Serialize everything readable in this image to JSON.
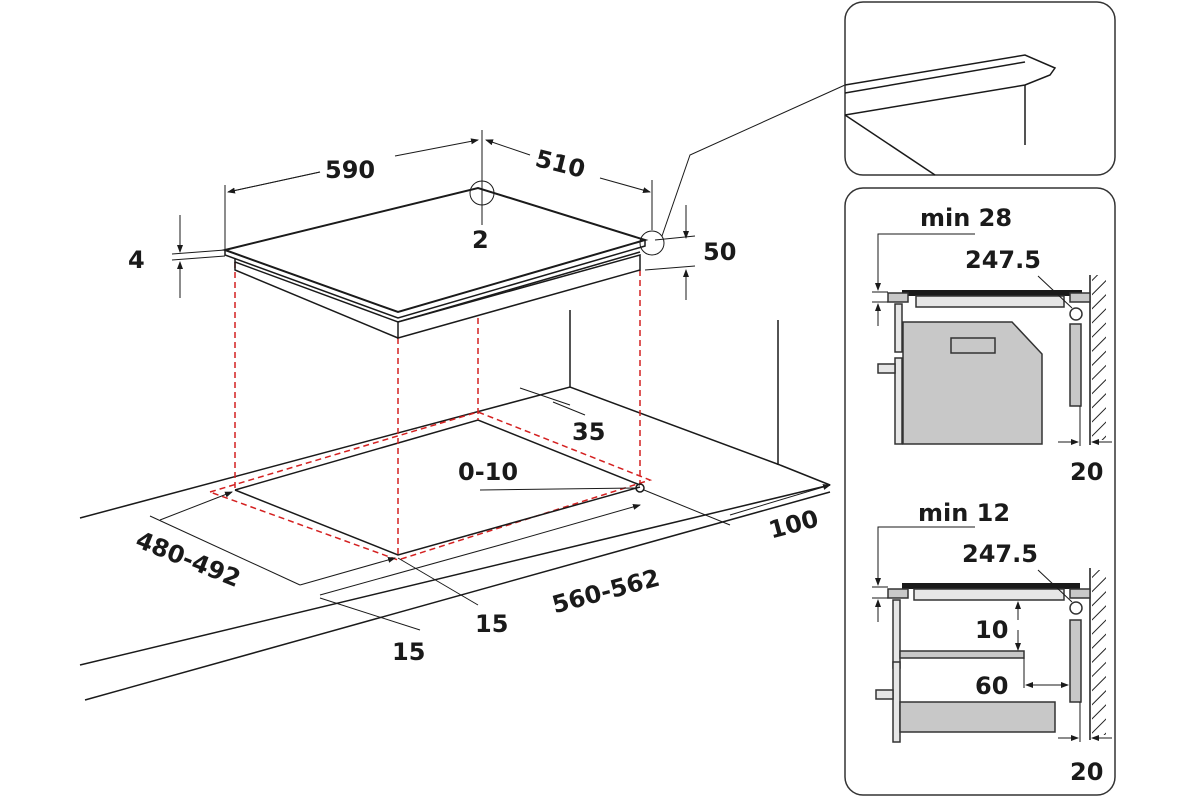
{
  "main_view": {
    "width": "590",
    "depth": "510",
    "corner_radius": "2",
    "glass_thickness": "4",
    "height": "50",
    "back_clearance": "35",
    "gap": "0-10",
    "side_clearance": "100",
    "cutout_depth": "480-492",
    "cutout_width": "560-562",
    "front_offset_a": "15",
    "front_offset_b": "15"
  },
  "oven_section": {
    "min_label": "min 28",
    "dimension": "247.5",
    "wall_gap": "20"
  },
  "drawer_section": {
    "min_label": "min 12",
    "dimension": "247.5",
    "shelf_gap": "10",
    "rear_gap": "60",
    "wall_gap": "20"
  },
  "colors": {
    "dashed": "#d42020",
    "panel": "#c8c8c8"
  }
}
